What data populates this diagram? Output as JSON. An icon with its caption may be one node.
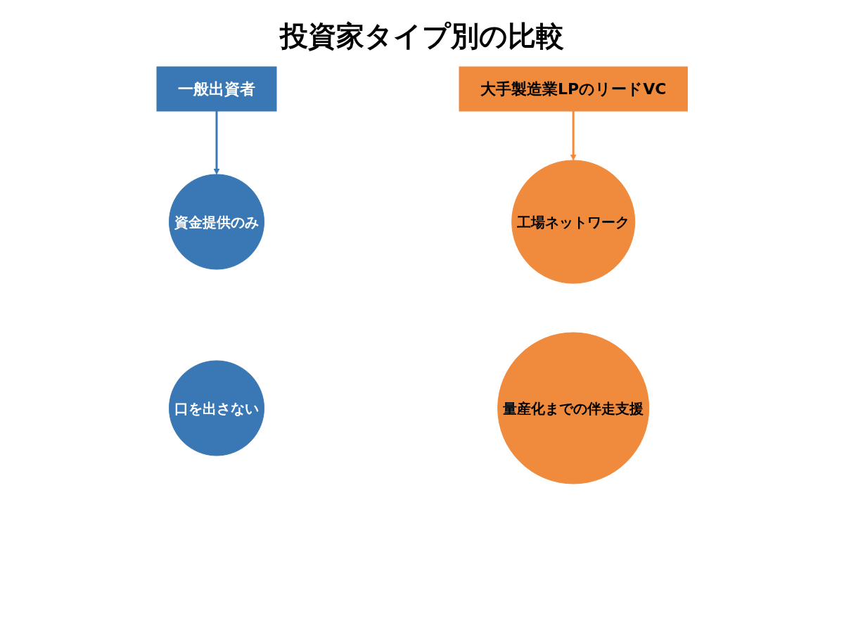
{
  "diagram": {
    "title": "投資家タイプ別の比較",
    "nodes": [
      {
        "text": [
          "一般出資者"
        ]
      },
      {
        "text": [
          "大手製造業LPのリードVC"
        ]
      },
      {
        "text": [
          "資金提供のみ"
        ]
      },
      {
        "text": [
          "工場ネットワーク"
        ]
      },
      {
        "text": [
          "口を出さない"
        ]
      },
      {
        "text": [
          "量産化までの伴走支援"
        ]
      }
    ],
    "edges": [
      {
        "from": 0,
        "to": 2,
        "arrow": "to"
      },
      {
        "from": 1,
        "to": 3,
        "arrow": "to",
        "color": "#f08a3c"
      }
    ]
  }
}
